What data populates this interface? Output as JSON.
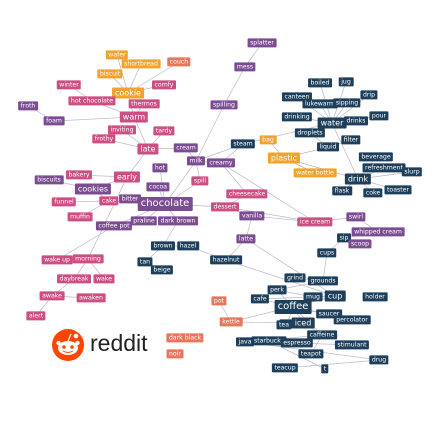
{
  "colors": {
    "purple": "#7b4c92",
    "navy": "#1d3f5c",
    "salmon": "#e8755c",
    "pink": "#cc4e82",
    "orange": "#f3a32c",
    "edge": "#b9b9cc",
    "reddit_orange": "#ff4500"
  },
  "logo": {
    "text": "reddit",
    "icon": "reddit-alien-icon"
  },
  "nodes": [
    {
      "label": "splatter",
      "c": "purple"
    },
    {
      "label": "wafer",
      "c": "orange"
    },
    {
      "label": "shortbread",
      "c": "orange"
    },
    {
      "label": "couch",
      "c": "salmon"
    },
    {
      "label": "biscuit",
      "c": "orange"
    },
    {
      "label": "mess",
      "c": "purple"
    },
    {
      "label": "winter",
      "c": "pink"
    },
    {
      "label": "comfy",
      "c": "pink"
    },
    {
      "label": "cookie",
      "c": "orange"
    },
    {
      "label": "hot chocolate",
      "c": "pink"
    },
    {
      "label": "thermos",
      "c": "pink"
    },
    {
      "label": "froth",
      "c": "purple"
    },
    {
      "label": "spilling",
      "c": "purple"
    },
    {
      "label": "foam",
      "c": "purple"
    },
    {
      "label": "warm",
      "c": "pink"
    },
    {
      "label": "inviting",
      "c": "pink"
    },
    {
      "label": "tardy",
      "c": "pink"
    },
    {
      "label": "frothy",
      "c": "pink"
    },
    {
      "label": "late",
      "c": "pink"
    },
    {
      "label": "cream",
      "c": "purple"
    },
    {
      "label": "steam",
      "c": "navy"
    },
    {
      "label": "milk",
      "c": "purple"
    },
    {
      "label": "creamy",
      "c": "purple"
    },
    {
      "label": "hot",
      "c": "purple"
    },
    {
      "label": "bakery",
      "c": "pink"
    },
    {
      "label": "early",
      "c": "pink"
    },
    {
      "label": "biscuits",
      "c": "purple"
    },
    {
      "label": "cookies",
      "c": "purple"
    },
    {
      "label": "cocoa",
      "c": "purple"
    },
    {
      "label": "spill",
      "c": "pink"
    },
    {
      "label": "funnel",
      "c": "pink"
    },
    {
      "label": "cake",
      "c": "pink"
    },
    {
      "label": "bitter",
      "c": "purple"
    },
    {
      "label": "chocolate",
      "c": "purple"
    },
    {
      "label": "cheesecake",
      "c": "pink"
    },
    {
      "label": "muffin",
      "c": "pink"
    },
    {
      "label": "coffee pot",
      "c": "purple"
    },
    {
      "label": "praline",
      "c": "purple"
    },
    {
      "label": "dark brown",
      "c": "purple"
    },
    {
      "label": "dessert",
      "c": "pink"
    },
    {
      "label": "vanilla",
      "c": "purple"
    },
    {
      "label": "latte",
      "c": "purple"
    },
    {
      "label": "brown",
      "c": "navy"
    },
    {
      "label": "hazel",
      "c": "navy"
    },
    {
      "label": "hazelnut",
      "c": "navy"
    },
    {
      "label": "tan",
      "c": "navy"
    },
    {
      "label": "beige",
      "c": "navy"
    },
    {
      "label": "wake up",
      "c": "pink"
    },
    {
      "label": "morning",
      "c": "pink"
    },
    {
      "label": "daybreak",
      "c": "pink"
    },
    {
      "label": "wake",
      "c": "pink"
    },
    {
      "label": "awake",
      "c": "pink"
    },
    {
      "label": "awaken",
      "c": "pink"
    },
    {
      "label": "alert",
      "c": "pink"
    },
    {
      "label": "dark black",
      "c": "salmon"
    },
    {
      "label": "noir",
      "c": "salmon"
    },
    {
      "label": "pot",
      "c": "salmon"
    },
    {
      "label": "kettle",
      "c": "salmon"
    },
    {
      "label": "boiled",
      "c": "navy"
    },
    {
      "label": "jug",
      "c": "navy"
    },
    {
      "label": "canteen",
      "c": "navy"
    },
    {
      "label": "lukewarm",
      "c": "navy"
    },
    {
      "label": "sipping",
      "c": "navy"
    },
    {
      "label": "drip",
      "c": "navy"
    },
    {
      "label": "drinking",
      "c": "navy"
    },
    {
      "label": "water",
      "c": "navy"
    },
    {
      "label": "drinks",
      "c": "navy"
    },
    {
      "label": "pour",
      "c": "navy"
    },
    {
      "label": "droplets",
      "c": "navy"
    },
    {
      "label": "bag",
      "c": "orange"
    },
    {
      "label": "liquid",
      "c": "navy"
    },
    {
      "label": "filter",
      "c": "navy"
    },
    {
      "label": "plastic",
      "c": "orange"
    },
    {
      "label": "beverage",
      "c": "navy"
    },
    {
      "label": "refreshment",
      "c": "navy"
    },
    {
      "label": "water bottle",
      "c": "orange"
    },
    {
      "label": "drink",
      "c": "navy"
    },
    {
      "label": "slurp",
      "c": "navy"
    },
    {
      "label": "flask",
      "c": "navy"
    },
    {
      "label": "coke",
      "c": "navy"
    },
    {
      "label": "toaster",
      "c": "navy"
    },
    {
      "label": "ice cream",
      "c": "pink"
    },
    {
      "label": "swirl",
      "c": "purple"
    },
    {
      "label": "whipped cream",
      "c": "purple"
    },
    {
      "label": "sip",
      "c": "navy"
    },
    {
      "label": "scoop",
      "c": "purple"
    },
    {
      "label": "cups",
      "c": "navy"
    },
    {
      "label": "grind",
      "c": "navy"
    },
    {
      "label": "grounds",
      "c": "navy"
    },
    {
      "label": "perk",
      "c": "navy"
    },
    {
      "label": "cup",
      "c": "navy"
    },
    {
      "label": "cafe",
      "c": "navy"
    },
    {
      "label": "mug",
      "c": "navy"
    },
    {
      "label": "holder",
      "c": "navy"
    },
    {
      "label": "coffee",
      "c": "navy"
    },
    {
      "label": "saucer",
      "c": "navy"
    },
    {
      "label": "tea",
      "c": "navy"
    },
    {
      "label": "percolator",
      "c": "navy"
    },
    {
      "label": "iced",
      "c": "navy"
    },
    {
      "label": "tea",
      "c": "navy"
    },
    {
      "label": "caffeine",
      "c": "navy"
    },
    {
      "label": "java",
      "c": "navy"
    },
    {
      "label": "starbucks",
      "c": "navy"
    },
    {
      "label": "espresso",
      "c": "navy"
    },
    {
      "label": "teapot",
      "c": "navy"
    },
    {
      "label": "stimulant",
      "c": "navy"
    },
    {
      "label": "drug",
      "c": "navy"
    },
    {
      "label": "teacup",
      "c": "navy"
    },
    {
      "label": "t",
      "c": "navy"
    }
  ]
}
